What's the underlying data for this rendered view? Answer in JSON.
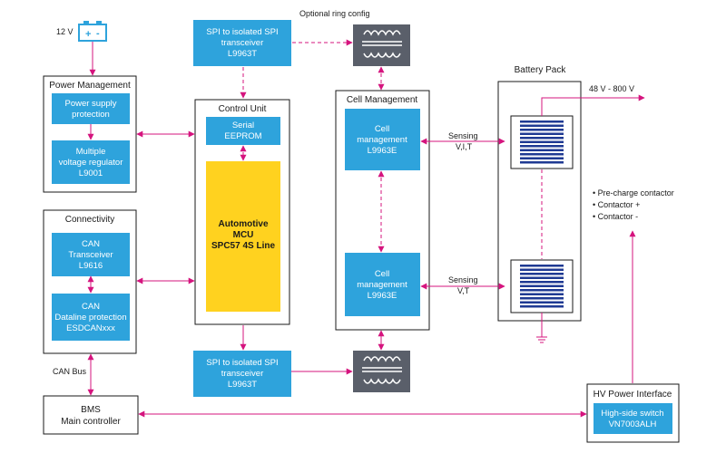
{
  "battery_12v_label": "12 V",
  "power_management": {
    "title": "Power Management",
    "protection": [
      "Power supply",
      "protection"
    ],
    "regulator": [
      "Multiple",
      "voltage regulator",
      "L9001"
    ]
  },
  "connectivity": {
    "title": "Connectivity",
    "transceiver": [
      "CAN",
      "Transceiver",
      "L9616"
    ],
    "protection": [
      "CAN",
      "Dataline protection",
      "ESDCANxxx"
    ]
  },
  "can_bus_label": "CAN Bus",
  "bms": [
    "BMS",
    "Main controller"
  ],
  "control_unit": {
    "title": "Control Unit",
    "eeprom": [
      "Serial",
      "EEPROM"
    ],
    "mcu": [
      "Automotive",
      "MCU",
      "SPC57 4S Line"
    ]
  },
  "spi_top": [
    "SPI to isolated SPI",
    "transceiver",
    "L9963T"
  ],
  "spi_bottom": [
    "SPI to isolated SPI",
    "transceiver",
    "L9963T"
  ],
  "ring_config_label": "Optional ring config",
  "cell_management": {
    "title": "Cell Management",
    "top": [
      "Cell",
      "management",
      "L9963E"
    ],
    "bottom": [
      "Cell",
      "management",
      "L9963E"
    ]
  },
  "sensing_top": [
    "Sensing",
    "V,I,T"
  ],
  "sensing_bottom": [
    "Sensing",
    "V,T"
  ],
  "battery_pack": {
    "title": "Battery Pack",
    "voltage": "48 V - 800 V"
  },
  "contactors": [
    "• Pre-charge contactor",
    "• Contactor +",
    "• Contactor -"
  ],
  "hv_interface": {
    "title": "HV Power Interface",
    "switch": [
      "High-side switch",
      "VN7003ALH"
    ]
  },
  "colors": {
    "blue": "#2ea3dc",
    "yellow": "#ffd21f",
    "magenta": "#d5147e",
    "gray": "#5a5f6a"
  }
}
